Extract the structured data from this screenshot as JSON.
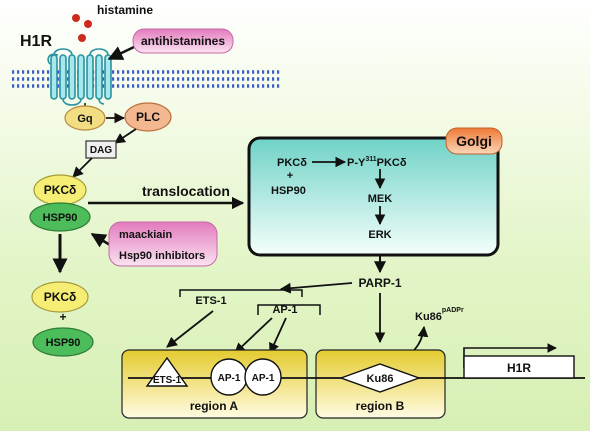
{
  "labels": {
    "histamine": "histamine",
    "h1r_receptor": "H1R",
    "antihistamines": "antihistamines",
    "gq": "Gq",
    "plc": "PLC",
    "dag": "DAG",
    "pkc": "PKCδ",
    "hsp90": "HSP90",
    "translocation": "translocation",
    "maackiain": "maackiain",
    "hsp90_inhibitors": "Hsp90 inhibitors",
    "pkc_free": "PKCδ",
    "plus": "+",
    "hsp90_free": "HSP90",
    "golgi": "Golgi",
    "golgi_pkc": "PKCδ",
    "golgi_plus": "+",
    "golgi_hsp90": "HSP90",
    "p_y_prefix": "P-Y",
    "p_y_sup": "311",
    "p_y_suffix": "PKCδ",
    "mek": "MEK",
    "erk": "ERK",
    "parp1": "PARP-1",
    "ets1": "ETS-1",
    "ap1": "AP-1",
    "ku86_prefix": "Ku86",
    "ku86_sup": "pADPr",
    "box_ets1": "ETS-1",
    "box_ap1_a": "AP-1",
    "box_ap1_b": "AP-1",
    "region_a": "region A",
    "box_ku86": "Ku86",
    "region_b": "region B",
    "gene_h1r": "H1R"
  },
  "colors": {
    "membrane": "#3b5fc9",
    "receptor": "#2fa0a8",
    "histamine_dot": "#cc2a1a",
    "gq_fill": "#f2dd82",
    "plc_fill": "#f4b890",
    "pkc_fill": "#f6ee74",
    "hsp90_fill": "#4cbd5a",
    "drug_pink": "#e98fc6",
    "golgi_teal": "#7fd8cf",
    "golgi_tag": "#f08a4a",
    "region_gold": "#e9d34a"
  }
}
